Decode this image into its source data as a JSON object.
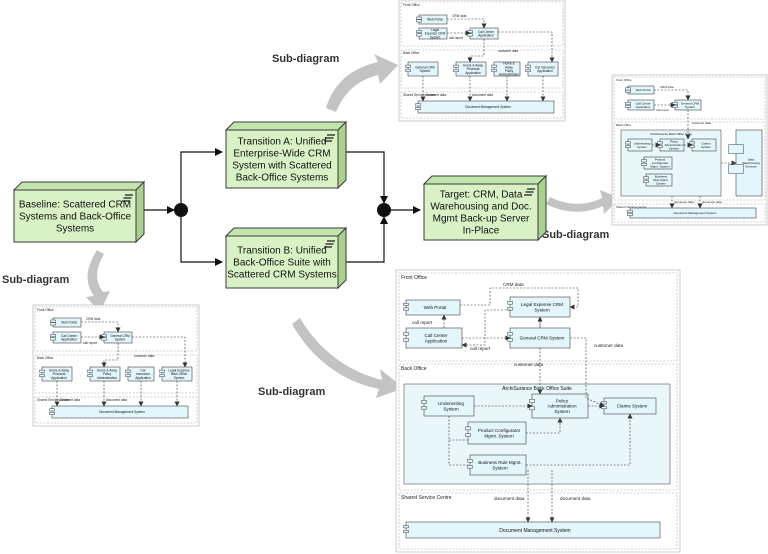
{
  "plateaus": {
    "baseline": {
      "lines": [
        "Baseline: Scattered CRM",
        "Systems and Back-Office",
        "Systems"
      ]
    },
    "transition_a": {
      "lines": [
        "Transition A: Unified",
        "Enterprise-Wide CRM",
        "System with Scattered",
        "Back-Office Systems"
      ]
    },
    "transition_b": {
      "lines": [
        "Transition B: Unified",
        "Back-Office Suite with",
        "Scattered CRM Systems"
      ]
    },
    "target": {
      "lines": [
        "Target: CRM, Data",
        "Warehousing and Doc.",
        "Mgmt Back-up Server",
        "In-Place"
      ]
    }
  },
  "sub_diagram_labels": [
    "Sub-diagram",
    "Sub-diagram",
    "Sub-diagram",
    "Sub-diagram"
  ],
  "sub_diagrams": [
    {
      "scale": 0.37,
      "layers": [
        {
          "title": "Front Office"
        },
        {
          "title": "Back Office"
        },
        {
          "title": "Shared Service Centre"
        }
      ],
      "suite": null,
      "components": [
        {
          "name": "Web Portal"
        },
        {
          "name": "Legal Expense CRM System"
        },
        {
          "name": "Call Center Application"
        },
        {
          "name": "General CRM System"
        },
        {
          "name": "Home & Away Financial Application"
        },
        {
          "name": "Home & Away Policy Administration"
        },
        {
          "name": "Car Insurance Application"
        },
        {
          "name": "Legal Expense Back-Office System"
        },
        {
          "name": "Document Management System"
        }
      ],
      "edge_labels": [
        "CRM data",
        "call report",
        "customer data",
        "document data",
        "document data"
      ]
    },
    {
      "scale": 0.37,
      "layers": [
        {
          "title": "Front Office"
        },
        {
          "title": "Back Office"
        },
        {
          "title": "Shared Service Centre"
        }
      ],
      "suite": null,
      "components": [
        {
          "name": "Web Portal"
        },
        {
          "name": "Call Center Application"
        },
        {
          "name": "General CRM System"
        },
        {
          "name": "Home & Away Financial Application"
        },
        {
          "name": "Home & Away Policy Administration"
        },
        {
          "name": "Car Insurance Application"
        },
        {
          "name": "Legal Expense Back-Office System"
        },
        {
          "name": "Document Management System"
        }
      ],
      "edge_labels": [
        "CRM data",
        "call report",
        "customer data",
        "document data",
        "document data"
      ]
    },
    {
      "scale": 0.37,
      "layers": [
        {
          "title": "Front Office"
        },
        {
          "title": "Back Office"
        },
        {
          "title": "Shared Service Centre"
        }
      ],
      "suite": "ArchiSurance Back Office Suite",
      "components": [
        {
          "name": "Web Portal"
        },
        {
          "name": "Call Center Application"
        },
        {
          "name": "General CRM System"
        },
        {
          "name": "Underwriting System"
        },
        {
          "name": "Policy Administration System"
        },
        {
          "name": "Claims System"
        },
        {
          "name": "Product Configurator Mgmt. System"
        },
        {
          "name": "Business Rule Mgmt. System"
        },
        {
          "name": "Data Warehousing Services"
        },
        {
          "name": "Document Management System"
        }
      ],
      "edge_labels": [
        "CRM data",
        "call report",
        "customer data",
        "document data",
        "document data"
      ]
    },
    {
      "scale": 1.0,
      "layers": [
        {
          "title": "Front Office"
        },
        {
          "title": "Back Office"
        },
        {
          "title": "Shared Service Centre"
        }
      ],
      "suite": "ArchiSurance Back Office Suite",
      "components": [
        {
          "name": "Web Portal"
        },
        {
          "name": "Legal Expense CRM System"
        },
        {
          "name": "Call Center Application"
        },
        {
          "name": "General CRM System"
        },
        {
          "name": "Underwriting System"
        },
        {
          "name": "Policy Administration System"
        },
        {
          "name": "Claims System"
        },
        {
          "name": "Product Configurator Mgmt. System"
        },
        {
          "name": "Business Rule Mgmt. System"
        },
        {
          "name": "Document Management System"
        }
      ],
      "edge_labels": [
        "CRM data",
        "call report",
        "call report",
        "customer data",
        "customer data",
        "document data",
        "document data"
      ]
    }
  ],
  "colors": {
    "plateau_fill": "#d8f2c6",
    "component_fill": "#e2f6fb",
    "arrow_gray": "#c3c3c3"
  }
}
